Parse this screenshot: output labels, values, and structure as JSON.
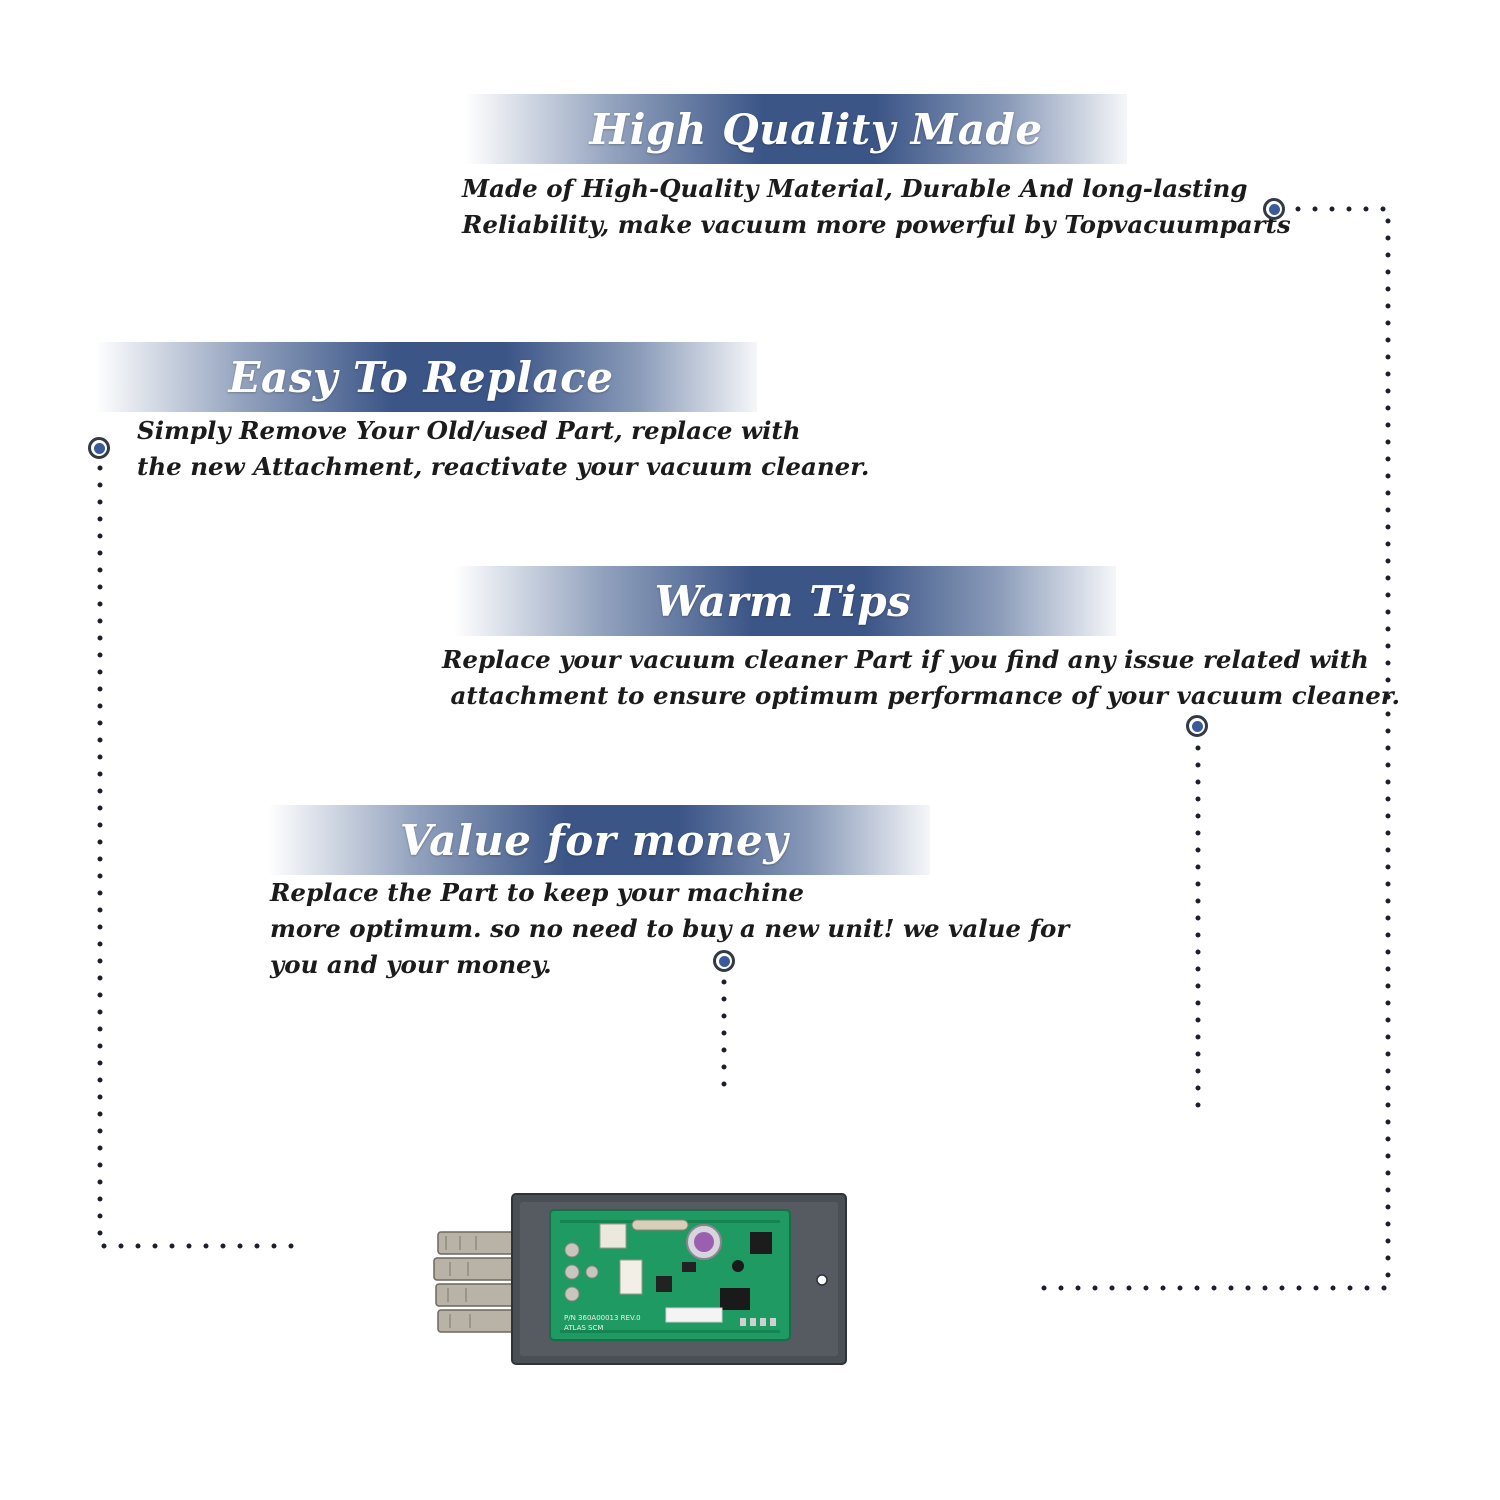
{
  "sections": [
    {
      "title": "High Quality Made",
      "lines": [
        "Made of  High-Quality Material, Durable And long-lasting",
        "Reliability, make vacuum more powerful by Topvacuumparts"
      ]
    },
    {
      "title": "Easy To Replace",
      "lines": [
        "Simply Remove Your Old/used Part, replace with",
        "the new Attachment, reactivate your vacuum cleaner."
      ]
    },
    {
      "title": "Warm Tips",
      "lines": [
        "Replace your vacuum cleaner Part if you find any issue related with",
        " attachment to ensure optimum performance of your vacuum cleaner."
      ]
    },
    {
      "title": "Value for money",
      "lines": [
        "Replace the Part to keep your machine",
        "more optimum. so no need to buy a new unit! we value for",
        "you and your money."
      ]
    }
  ],
  "colors": {
    "banner": "#3b5587",
    "marker_dot": "#3a5a9a",
    "dotted_line": "#1a1f2b",
    "pcb_green": "#1f9a62",
    "gasket": "#4a4f56"
  },
  "product": {
    "pcb_labels": [
      "P/N 360A00013 REV.0",
      "ATLAS SCM"
    ]
  }
}
